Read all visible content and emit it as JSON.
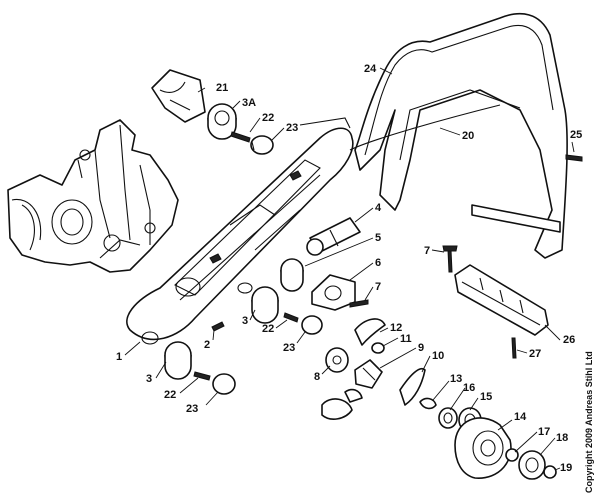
{
  "copyright": "Copyright 2009 Andreas Stihl Ltd",
  "callouts": [
    {
      "label": "21"
    },
    {
      "label": "3A"
    },
    {
      "label": "22"
    },
    {
      "label": "23"
    },
    {
      "label": "24"
    },
    {
      "label": "20"
    },
    {
      "label": "25"
    },
    {
      "label": "4"
    },
    {
      "label": "5"
    },
    {
      "label": "7"
    },
    {
      "label": "6"
    },
    {
      "label": "7"
    },
    {
      "label": "3"
    },
    {
      "label": "22"
    },
    {
      "label": "2"
    },
    {
      "label": "23"
    },
    {
      "label": "1"
    },
    {
      "label": "12"
    },
    {
      "label": "11"
    },
    {
      "label": "9"
    },
    {
      "label": "10"
    },
    {
      "label": "8"
    },
    {
      "label": "3"
    },
    {
      "label": "22"
    },
    {
      "label": "23"
    },
    {
      "label": "13"
    },
    {
      "label": "16"
    },
    {
      "label": "15"
    },
    {
      "label": "14"
    },
    {
      "label": "17"
    },
    {
      "label": "18"
    },
    {
      "label": "19"
    },
    {
      "label": "26"
    },
    {
      "label": "27"
    }
  ]
}
